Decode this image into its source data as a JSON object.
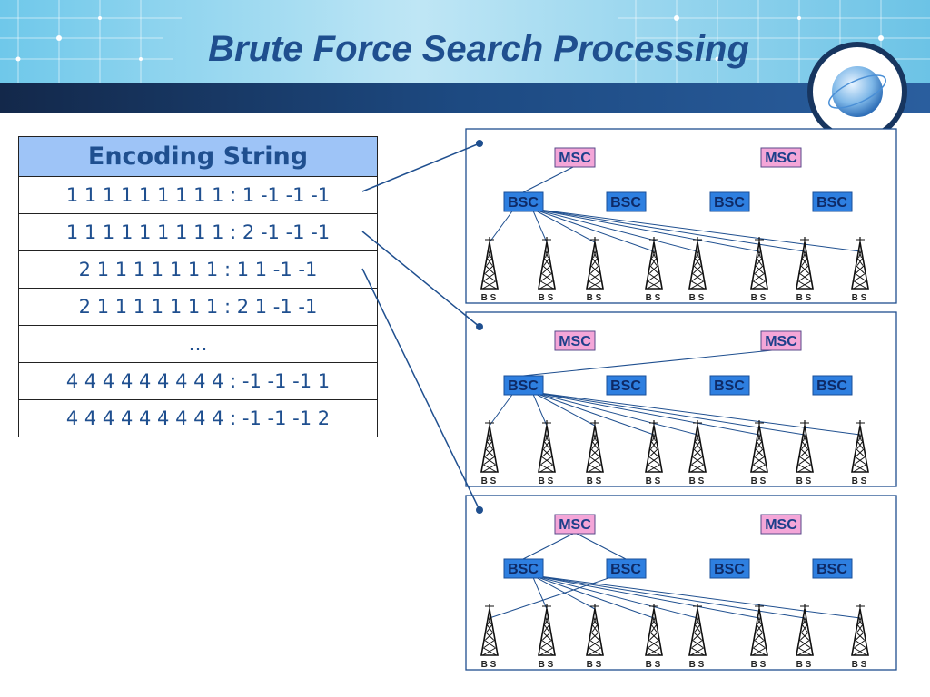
{
  "slide": {
    "title": "Brute Force Search Processing"
  },
  "table": {
    "header": "Encoding String",
    "rows": [
      "1 1 1 1 1 1 1 1 1 : 1 -1 -1 -1",
      "1 1 1 1 1 1 1 1 1 : 2 -1 -1 -1",
      "2 1 1 1 1 1 1 1 : 1 1 -1 -1",
      "2 1 1 1 1 1 1 1 : 2 1 -1 -1",
      "…",
      "4 4 4 4 4 4 4 4 4 : -1 -1 -1 1",
      "4 4 4 4 4 4 4 4 4 : -1 -1 -1 2"
    ]
  },
  "diagram": {
    "msc_label": "MSC",
    "bsc_label": "BSC",
    "bs_label": "B S",
    "panels": [
      {
        "msc_links": [
          [
            0,
            0
          ]
        ],
        "bs_assign": [
          0,
          0,
          0,
          0,
          0,
          0,
          0,
          0
        ]
      },
      {
        "msc_links": [
          [
            1,
            0
          ]
        ],
        "bs_assign": [
          0,
          0,
          0,
          0,
          0,
          0,
          0,
          0
        ]
      },
      {
        "msc_links": [
          [
            0,
            0
          ],
          [
            0,
            1
          ]
        ],
        "bs_assign": [
          1,
          0,
          0,
          0,
          0,
          0,
          0,
          0
        ]
      }
    ]
  },
  "colors": {
    "title": "#1f4f8f",
    "table_header_bg": "#9ec4f7",
    "msc_fill": "#f4a6d8",
    "bsc_fill": "#2e7fe0",
    "link": "#1f4f8f",
    "banner_dark": "#17355f"
  }
}
